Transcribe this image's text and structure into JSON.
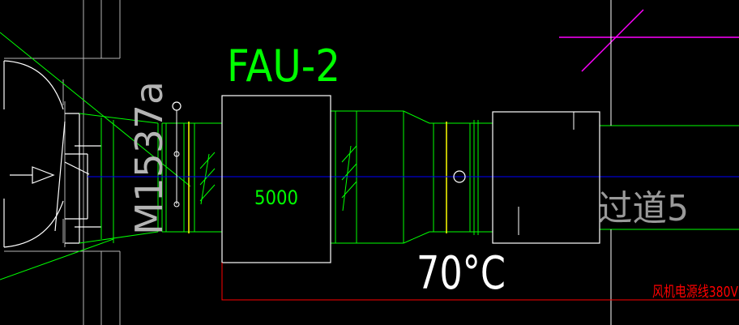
{
  "drawing": {
    "unit_tag": "FAU-2",
    "airflow": "5000",
    "fire_damper_temp": "70°C",
    "section_label": "M1537a",
    "corridor_label": "过道5",
    "power_note": "风机电源线380V"
  },
  "colors": {
    "background": "#000000",
    "equipment": "#ffffff",
    "duct": "#00ff00",
    "damper": "#ffff00",
    "centerline": "#0000ff",
    "power_line": "#ff0000",
    "marker": "#ff00ff",
    "wall": "#b4b4b4"
  }
}
